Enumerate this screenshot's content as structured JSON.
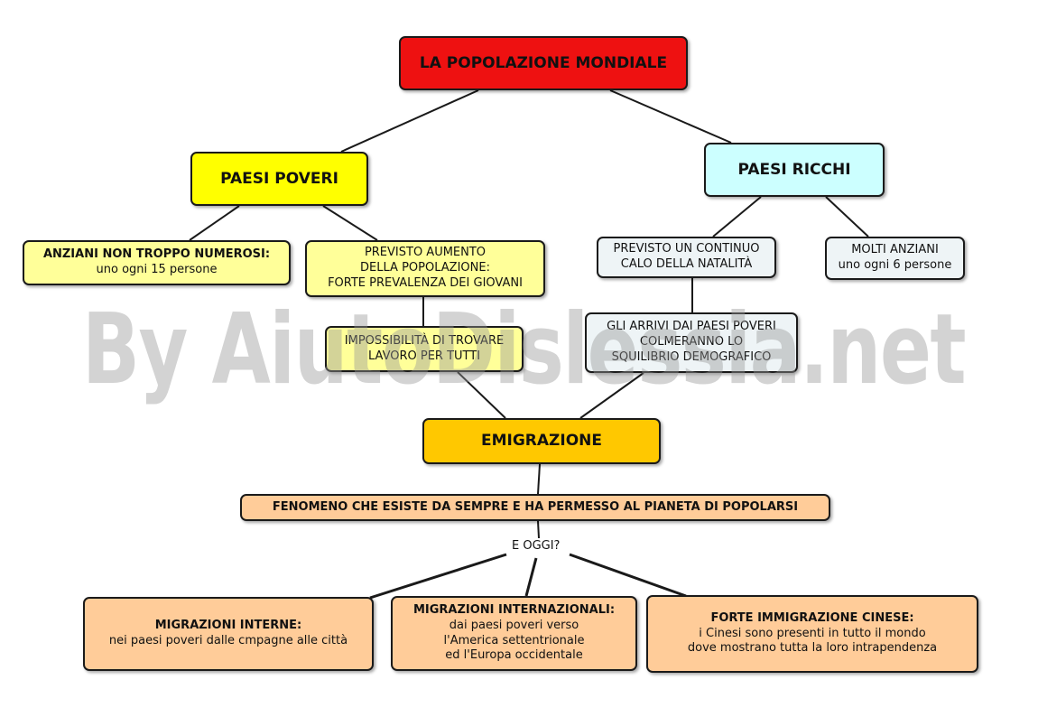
{
  "colors": {
    "root": "#ee1111",
    "poor": "#ffff00",
    "poor_child": "#ffff99",
    "rich": "#ccffff",
    "rich_child": "#eef4f6",
    "emigration": "#ffc800",
    "peach": "#ffcc99",
    "line": "#1a1a1a"
  },
  "root": {
    "label": "LA POPOLAZIONE MONDIALE"
  },
  "poor": {
    "label": "PAESI POVERI",
    "elderly": {
      "title": "ANZIANI NON TROPPO NUMEROSI:",
      "text": "uno ogni 15 persone"
    },
    "growth": {
      "line1": "PREVISTO AUMENTO",
      "line2": "DELLA POPOLAZIONE:",
      "line3": "FORTE PREVALENZA DEI GIOVANI"
    },
    "jobs": {
      "line1": "IMPOSSIBILITÀ DI TROVARE",
      "line2": "LAVORO PER TUTTI"
    }
  },
  "rich": {
    "label": "PAESI RICCHI",
    "birth": {
      "line1": "PREVISTO UN CONTINUO",
      "line2": "CALO DELLA NATALITÀ"
    },
    "elderly": {
      "line1": "MOLTI ANZIANI",
      "line2": "uno ogni 6 persone"
    },
    "arrivals": {
      "line1": "GLI ARRIVI DAI PAESI POVERI",
      "line2": "COLMERANNO LO",
      "line3": "SQUILIBRIO DEMOGRAFICO"
    }
  },
  "emigration": {
    "label": "EMIGRAZIONE"
  },
  "phenomenon": {
    "label": "FENOMENO CHE ESISTE DA SEMPRE E HA PERMESSO AL PIANETA DI POPOLARSI"
  },
  "today": {
    "label": "E OGGI?"
  },
  "internal": {
    "title": "MIGRAZIONI INTERNE:",
    "text": "nei paesi poveri dalle cmpagne alle città"
  },
  "international": {
    "title": "MIGRAZIONI INTERNAZIONALI:",
    "line1": "dai paesi poveri verso",
    "line2": "l'America settentrionale",
    "line3": "ed l'Europa occidentale"
  },
  "chinese": {
    "title": "FORTE IMMIGRAZIONE CINESE:",
    "line1": "i Cinesi sono presenti in tutto il mondo",
    "line2": "dove mostrano tutta la loro intrapendenza"
  },
  "watermark": "By AiutoDislessia.net"
}
